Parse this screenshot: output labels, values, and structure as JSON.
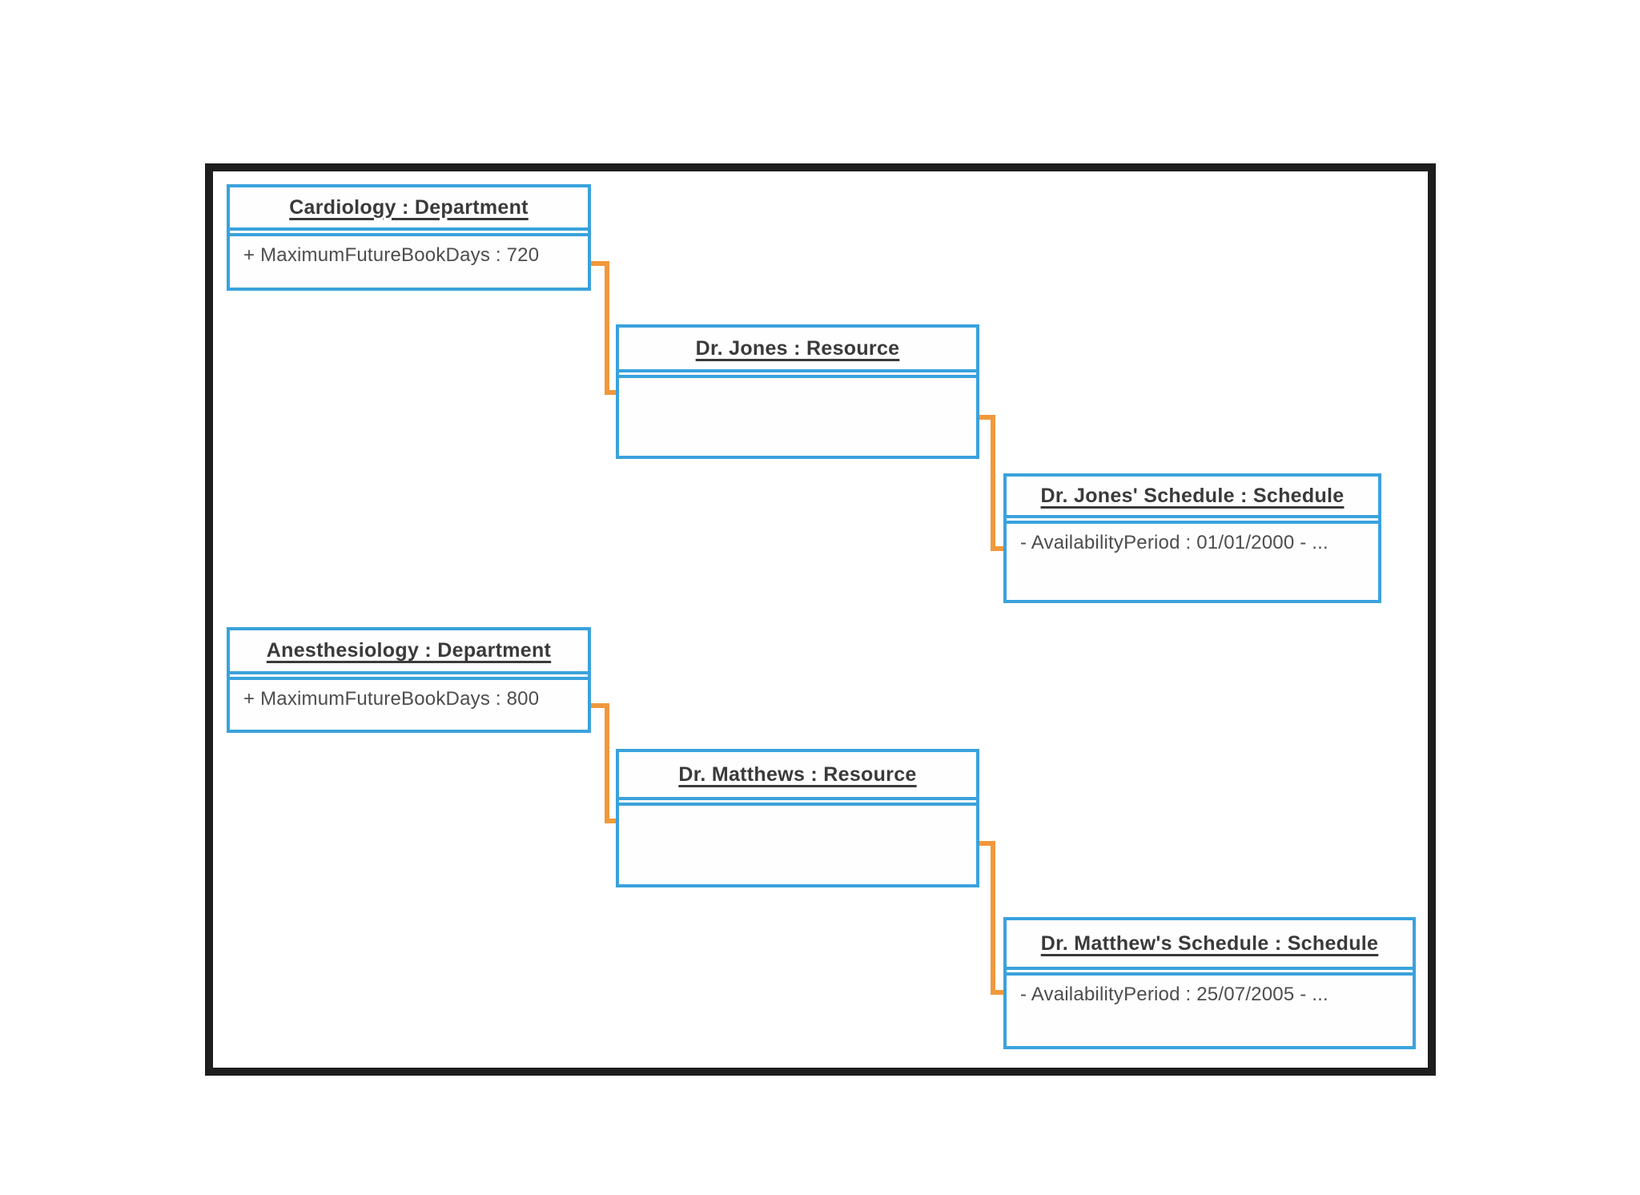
{
  "diagram": {
    "type": "uml-object-diagram",
    "colors": {
      "background": "#ffffff",
      "frame": "#1e1e1e",
      "box_border": "#3aa2dc",
      "connector": "#f1983c",
      "title_text": "#3a3a3a",
      "attribute_text": "#4d4d4d"
    },
    "objects": [
      {
        "id": "cardiology",
        "title": "Cardiology : Department",
        "attributes": [
          "+ MaximumFutureBookDays : 720"
        ]
      },
      {
        "id": "dr-jones",
        "title": "Dr. Jones : Resource",
        "attributes": []
      },
      {
        "id": "dr-jones-schedule",
        "title": "Dr. Jones' Schedule : Schedule",
        "attributes": [
          "- AvailabilityPeriod : 01/01/2000 - ..."
        ]
      },
      {
        "id": "anesthesiology",
        "title": "Anesthesiology : Department",
        "attributes": [
          "+ MaximumFutureBookDays : 800"
        ]
      },
      {
        "id": "dr-matthews",
        "title": "Dr. Matthews : Resource",
        "attributes": []
      },
      {
        "id": "dr-matthews-schedule",
        "title": "Dr. Matthew's Schedule : Schedule",
        "attributes": [
          "- AvailabilityPeriod : 25/07/2005 - ..."
        ]
      }
    ],
    "connectors": [
      {
        "from": "cardiology",
        "to": "dr-jones"
      },
      {
        "from": "dr-jones",
        "to": "dr-jones-schedule"
      },
      {
        "from": "anesthesiology",
        "to": "dr-matthews"
      },
      {
        "from": "dr-matthews",
        "to": "dr-matthews-schedule"
      }
    ]
  }
}
